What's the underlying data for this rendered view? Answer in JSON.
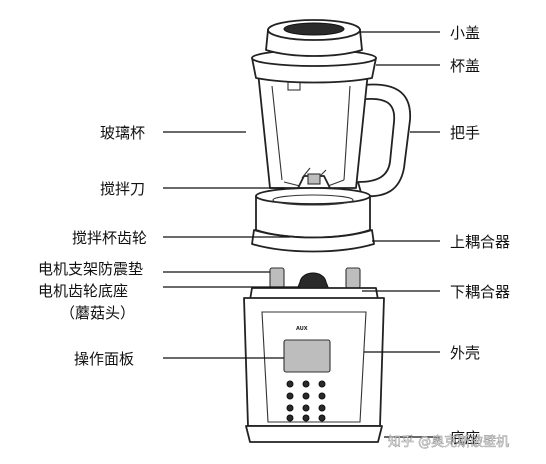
{
  "labels": {
    "small_lid": "小盖",
    "cup_lid": "杯盖",
    "glass_cup": "玻璃杯",
    "handle": "把手",
    "blade": "搅拌刀",
    "cup_gear": "搅拌杯齿轮",
    "upper_coupler": "上耦合器",
    "motor_bracket_pad": "电机支架防震垫",
    "motor_gear_base_line1": "电机齿轮底座",
    "motor_gear_base_line2": "（蘑菇头）",
    "lower_coupler": "下耦合器",
    "control_panel": "操作面板",
    "housing": "外壳",
    "base": "底座"
  },
  "brand_text": "AUX",
  "watermark": "知乎 @奥克斯破壁机"
}
